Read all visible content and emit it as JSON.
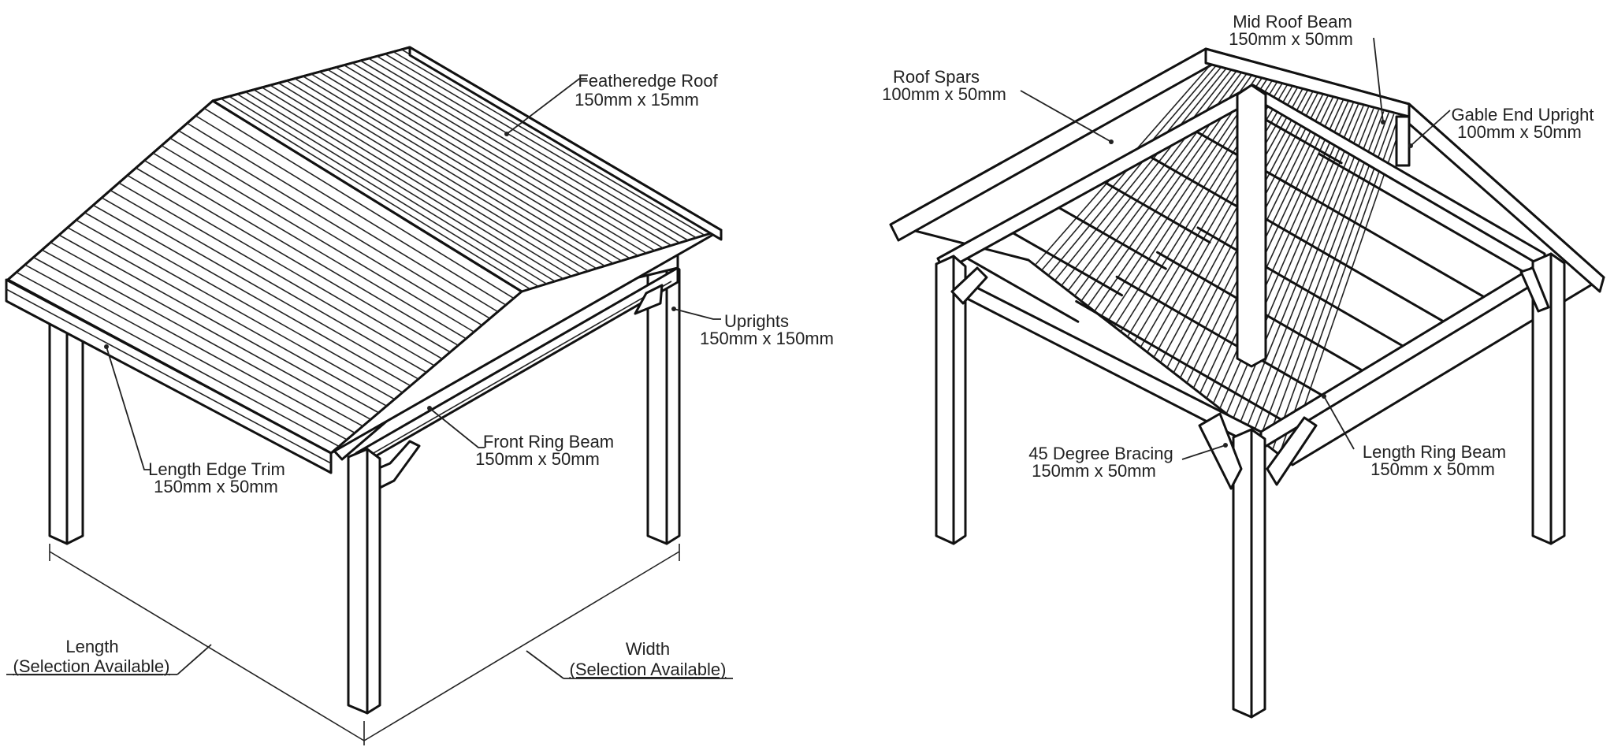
{
  "left_diagram": {
    "labels": {
      "featheredge_name": "Featheredge Roof",
      "featheredge_size": "150mm x 15mm",
      "uprights_name": "Uprights",
      "uprights_size": "150mm x 150mm",
      "front_ring_name": "Front Ring Beam",
      "front_ring_size": "150mm x 50mm",
      "edge_trim_name": "Length Edge Trim",
      "edge_trim_size": "150mm x 50mm",
      "length_name": "Length",
      "length_note": "(Selection Available)",
      "width_name": "Width",
      "width_note": "(Selection Available)"
    }
  },
  "right_diagram": {
    "labels": {
      "mid_roof_name": "Mid Roof Beam",
      "mid_roof_size": "150mm x 50mm",
      "roof_spars_name": "Roof Spars",
      "roof_spars_size": "100mm x 50mm",
      "gable_name": "Gable End Upright",
      "gable_size": "100mm x 50mm",
      "bracing_name": "45 Degree Bracing",
      "bracing_size": "150mm x 50mm",
      "length_ring_name": "Length Ring Beam",
      "length_ring_size": "150mm x 50mm"
    }
  }
}
